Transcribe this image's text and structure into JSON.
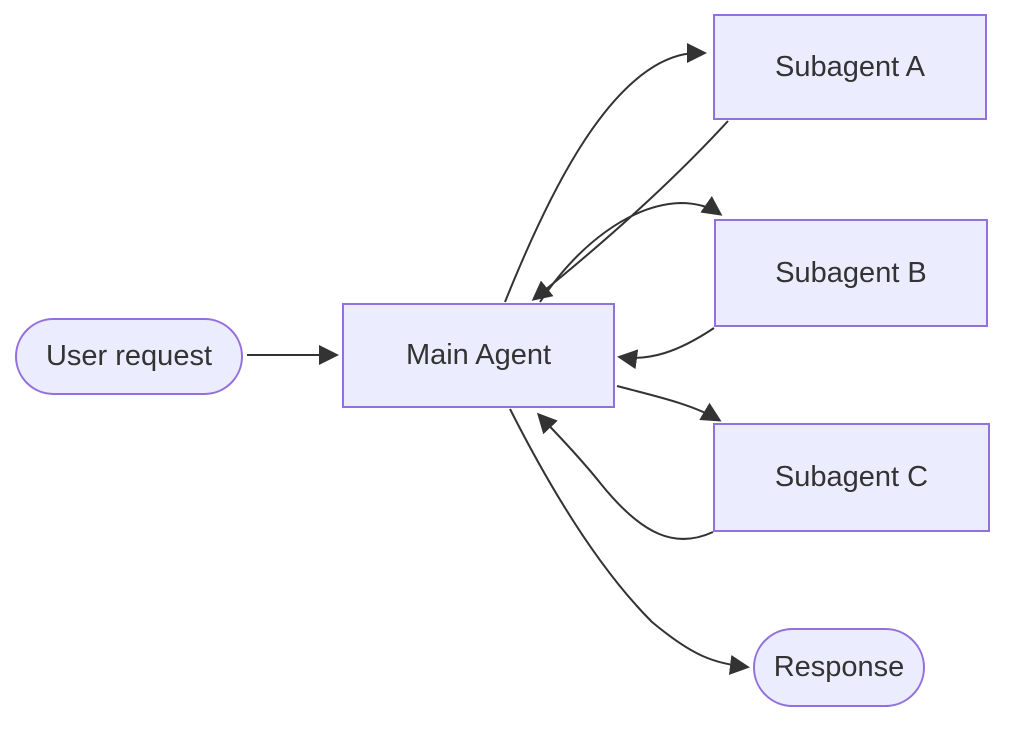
{
  "diagram": {
    "type": "flowchart",
    "background": "#ffffff",
    "node_fill": "#ECECFF",
    "node_border": "#9370DB",
    "edge_color": "#333333",
    "text_color": "#333333",
    "nodes": [
      {
        "id": "user-request",
        "label": "User request",
        "shape": "stadium"
      },
      {
        "id": "main-agent",
        "label": "Main Agent",
        "shape": "rect"
      },
      {
        "id": "subagent-a",
        "label": "Subagent A",
        "shape": "rect"
      },
      {
        "id": "subagent-b",
        "label": "Subagent B",
        "shape": "rect"
      },
      {
        "id": "subagent-c",
        "label": "Subagent C",
        "shape": "rect"
      },
      {
        "id": "response",
        "label": "Response",
        "shape": "stadium"
      }
    ],
    "edges": [
      {
        "id": "edge-user-request-to-main-agent",
        "from": "user-request",
        "to": "main-agent"
      },
      {
        "id": "edge-main-agent-to-subagent-a",
        "from": "main-agent",
        "to": "subagent-a"
      },
      {
        "id": "edge-subagent-a-to-main-agent",
        "from": "subagent-a",
        "to": "main-agent"
      },
      {
        "id": "edge-main-agent-to-subagent-b",
        "from": "main-agent",
        "to": "subagent-b"
      },
      {
        "id": "edge-subagent-b-to-main-agent",
        "from": "subagent-b",
        "to": "main-agent"
      },
      {
        "id": "edge-main-agent-to-subagent-c",
        "from": "main-agent",
        "to": "subagent-c"
      },
      {
        "id": "edge-subagent-c-to-main-agent",
        "from": "subagent-c",
        "to": "main-agent"
      },
      {
        "id": "edge-main-agent-to-response",
        "from": "main-agent",
        "to": "response"
      }
    ]
  }
}
